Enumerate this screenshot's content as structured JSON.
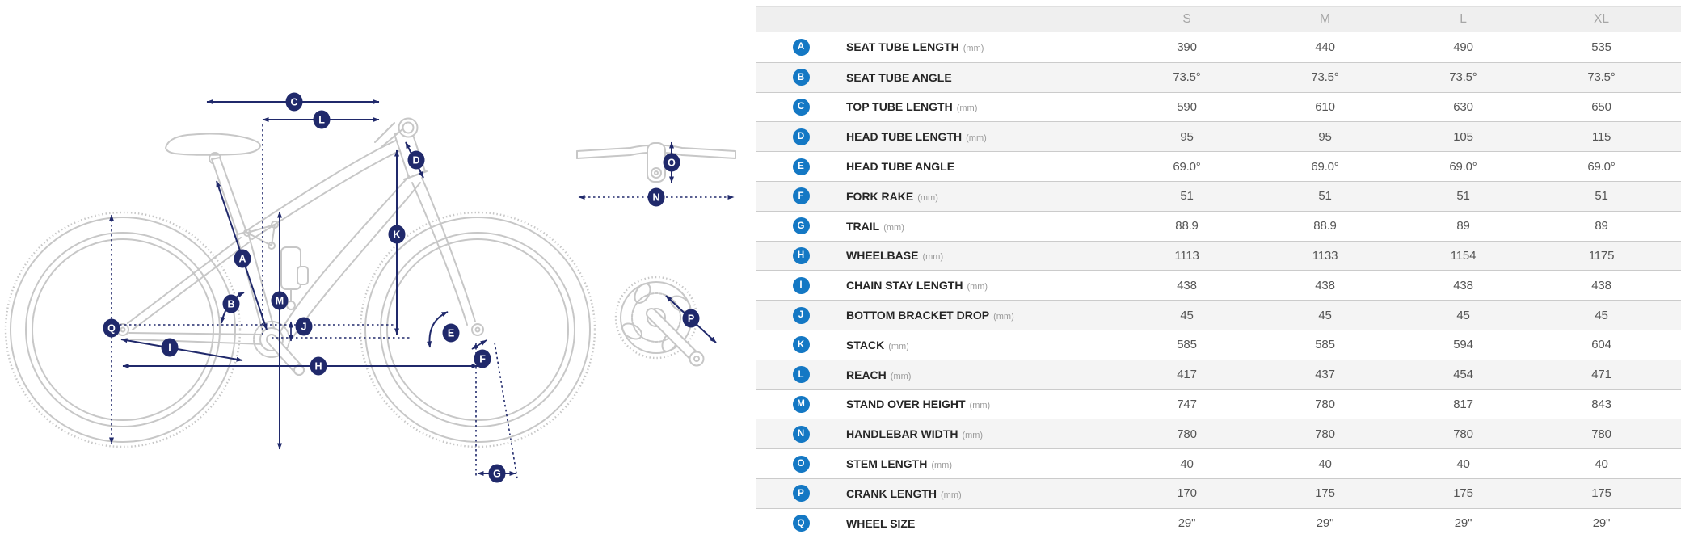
{
  "diagram": {
    "badges": [
      "A",
      "B",
      "C",
      "D",
      "E",
      "F",
      "G",
      "H",
      "I",
      "J",
      "K",
      "L",
      "M",
      "N",
      "O",
      "P",
      "Q"
    ]
  },
  "table": {
    "sizes": [
      "S",
      "M",
      "L",
      "XL"
    ],
    "rows": [
      {
        "letter": "A",
        "label": "SEAT TUBE LENGTH",
        "unit": "(mm)",
        "values": [
          "390",
          "440",
          "490",
          "535"
        ]
      },
      {
        "letter": "B",
        "label": "SEAT TUBE ANGLE",
        "unit": "",
        "values": [
          "73.5°",
          "73.5°",
          "73.5°",
          "73.5°"
        ]
      },
      {
        "letter": "C",
        "label": "TOP TUBE LENGTH",
        "unit": "(mm)",
        "values": [
          "590",
          "610",
          "630",
          "650"
        ]
      },
      {
        "letter": "D",
        "label": "HEAD TUBE LENGTH",
        "unit": "(mm)",
        "values": [
          "95",
          "95",
          "105",
          "115"
        ]
      },
      {
        "letter": "E",
        "label": "HEAD TUBE ANGLE",
        "unit": "",
        "values": [
          "69.0°",
          "69.0°",
          "69.0°",
          "69.0°"
        ]
      },
      {
        "letter": "F",
        "label": "FORK RAKE",
        "unit": "(mm)",
        "values": [
          "51",
          "51",
          "51",
          "51"
        ]
      },
      {
        "letter": "G",
        "label": "TRAIL",
        "unit": "(mm)",
        "values": [
          "88.9",
          "88.9",
          "89",
          "89"
        ]
      },
      {
        "letter": "H",
        "label": "WHEELBASE",
        "unit": "(mm)",
        "values": [
          "1113",
          "1133",
          "1154",
          "1175"
        ]
      },
      {
        "letter": "I",
        "label": "CHAIN STAY LENGTH",
        "unit": "(mm)",
        "values": [
          "438",
          "438",
          "438",
          "438"
        ]
      },
      {
        "letter": "J",
        "label": "BOTTOM BRACKET DROP",
        "unit": "(mm)",
        "values": [
          "45",
          "45",
          "45",
          "45"
        ]
      },
      {
        "letter": "K",
        "label": "STACK",
        "unit": "(mm)",
        "values": [
          "585",
          "585",
          "594",
          "604"
        ]
      },
      {
        "letter": "L",
        "label": "REACH",
        "unit": "(mm)",
        "values": [
          "417",
          "437",
          "454",
          "471"
        ]
      },
      {
        "letter": "M",
        "label": "STAND OVER HEIGHT",
        "unit": "(mm)",
        "values": [
          "747",
          "780",
          "817",
          "843"
        ]
      },
      {
        "letter": "N",
        "label": "HANDLEBAR WIDTH",
        "unit": "(mm)",
        "values": [
          "780",
          "780",
          "780",
          "780"
        ]
      },
      {
        "letter": "O",
        "label": "STEM LENGTH",
        "unit": "(mm)",
        "values": [
          "40",
          "40",
          "40",
          "40"
        ]
      },
      {
        "letter": "P",
        "label": "CRANK LENGTH",
        "unit": "(mm)",
        "values": [
          "170",
          "175",
          "175",
          "175"
        ]
      },
      {
        "letter": "Q",
        "label": "WHEEL SIZE",
        "unit": "",
        "values": [
          "29\"",
          "29\"",
          "29\"",
          "29\""
        ]
      }
    ]
  },
  "colors": {
    "accent_navy": "#20296b",
    "badge_blue": "#1478c4",
    "line_art_gray": "#c7c7c7",
    "row_stripe": "#f4f4f4",
    "header_band": "#efefef"
  }
}
